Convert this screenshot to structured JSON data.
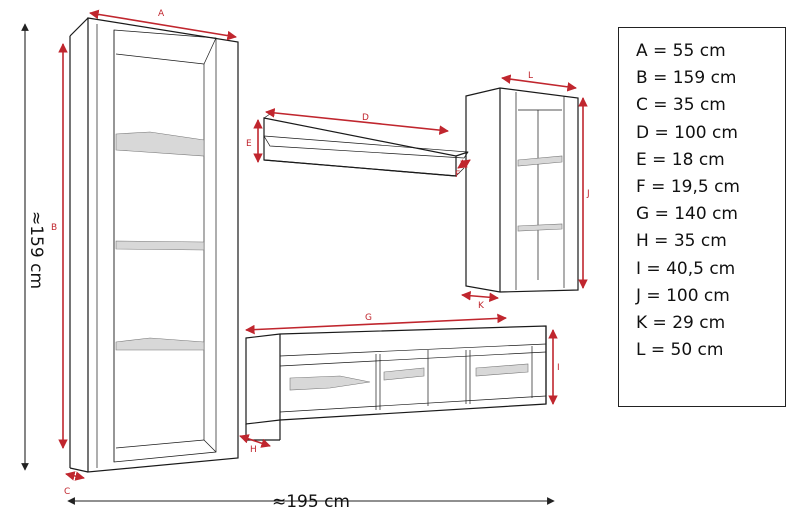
{
  "diagram": {
    "labels": {
      "A": "A",
      "B": "B",
      "C": "C",
      "D": "D",
      "E": "E",
      "F": "F",
      "G": "G",
      "H": "H",
      "I": "I",
      "J": "J",
      "K": "K",
      "L": "L"
    },
    "overall_height": "≈159 cm",
    "overall_width": "≈195 cm",
    "dimension_color": "#c0262e"
  },
  "legend": {
    "items": [
      "A = 55 cm",
      "B = 159 cm",
      "C = 35 cm",
      "D = 100 cm",
      "E = 18 cm",
      "F = 19,5 cm",
      "G = 140 cm",
      "H = 35 cm",
      "I = 40,5 cm",
      "J = 100 cm",
      "K = 29 cm",
      "L = 50 cm"
    ]
  }
}
